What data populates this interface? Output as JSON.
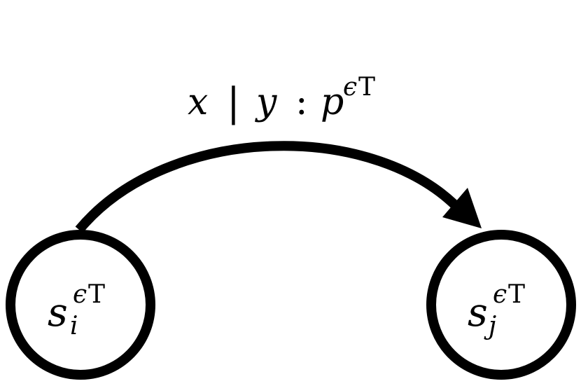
{
  "diagram": {
    "edge_label": {
      "x": "x",
      "bar": "|",
      "y": "y",
      "colon": ":",
      "p": "p",
      "sup_eps": "ϵ",
      "sup_T": "T"
    },
    "state_i": {
      "base": "s",
      "sub": "i",
      "sup_eps": "ϵ",
      "sup_T": "T"
    },
    "state_j": {
      "base": "s",
      "sub": "j",
      "sup_eps": "ϵ",
      "sup_T": "T"
    },
    "stroke_color": "#000000",
    "background_color": "#ffffff"
  }
}
